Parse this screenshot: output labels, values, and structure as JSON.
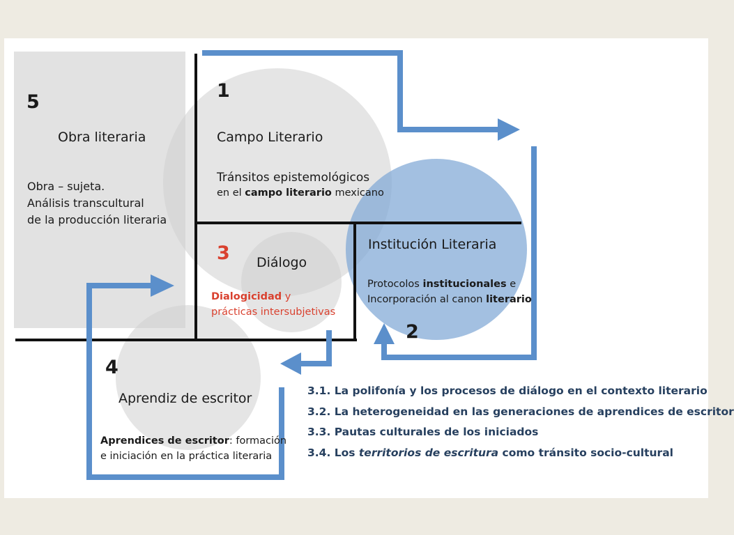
{
  "colors": {
    "arrow": "#5b8fcb",
    "circle_gray": "#d6d6d6",
    "circle_blue": "#7fa7d6",
    "panel_gray": "#e2e2e2",
    "accent_red": "#d9412f",
    "list_text": "#27405f"
  },
  "sections": {
    "obra": {
      "number": "5",
      "title": "Obra literaria",
      "line1": "Obra – sujeta.",
      "line2": "Análisis transcultural",
      "line3": "de la producción literaria"
    },
    "campo": {
      "number": "1",
      "title": "Campo Literario",
      "line1": "Tránsitos epistemológicos",
      "line2_a": "en el ",
      "line2_b": "campo literario",
      "line2_c": " mexicano"
    },
    "dialogo": {
      "number": "3",
      "title": "Diálogo",
      "line1_a": "Dialogicidad",
      "line1_b": " y",
      "line2": "prácticas intersubjetivas"
    },
    "institucion": {
      "number": "2",
      "title": "Institución Literaria",
      "line1_a": "Protocolos ",
      "line1_b": "institucionales",
      "line1_c": " e",
      "line2_a": "Incorporación al canon ",
      "line2_b": "literario"
    },
    "aprendiz": {
      "number": "4",
      "title": "Aprendiz de escritor",
      "line1_a": "Aprendices de escritor",
      "line1_b": ": formación",
      "line2": "e iniciación en la práctica literaria"
    }
  },
  "subtopics": {
    "item1": "3.1. La polifonía y los procesos de diálogo en el contexto literario",
    "item2": "3.2. La heterogeneidad en las generaciones de aprendices de escritor",
    "item3": "3.3. Pautas culturales de los iniciados",
    "item4_a": "3.4. Los ",
    "item4_b": "territorios de escritura",
    "item4_c": " como tránsito socio-cultural"
  }
}
